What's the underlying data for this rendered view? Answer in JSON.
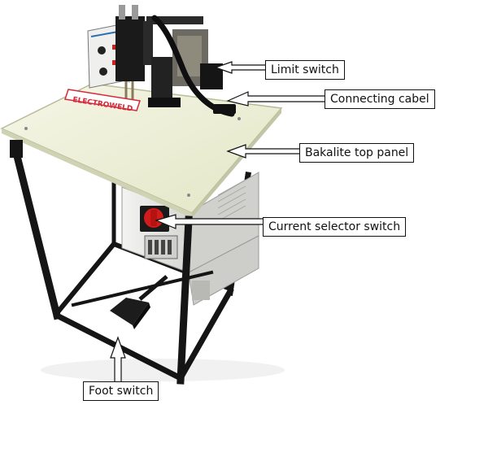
{
  "labels": {
    "limit_switch": "Limit switch",
    "connecting_cable": "Connecting cabel",
    "top_panel": "Bakalite top panel",
    "selector_switch": "Current selector switch",
    "foot_switch": "Foot switch"
  },
  "brand": {
    "name": "ELECTROWELD"
  },
  "colors": {
    "frame": "#151515",
    "top_panel": "#eef0d6",
    "cabinet": "#e9e9e7",
    "selector_knob": "#d21b1b",
    "brand_red": "#d42b3a"
  }
}
